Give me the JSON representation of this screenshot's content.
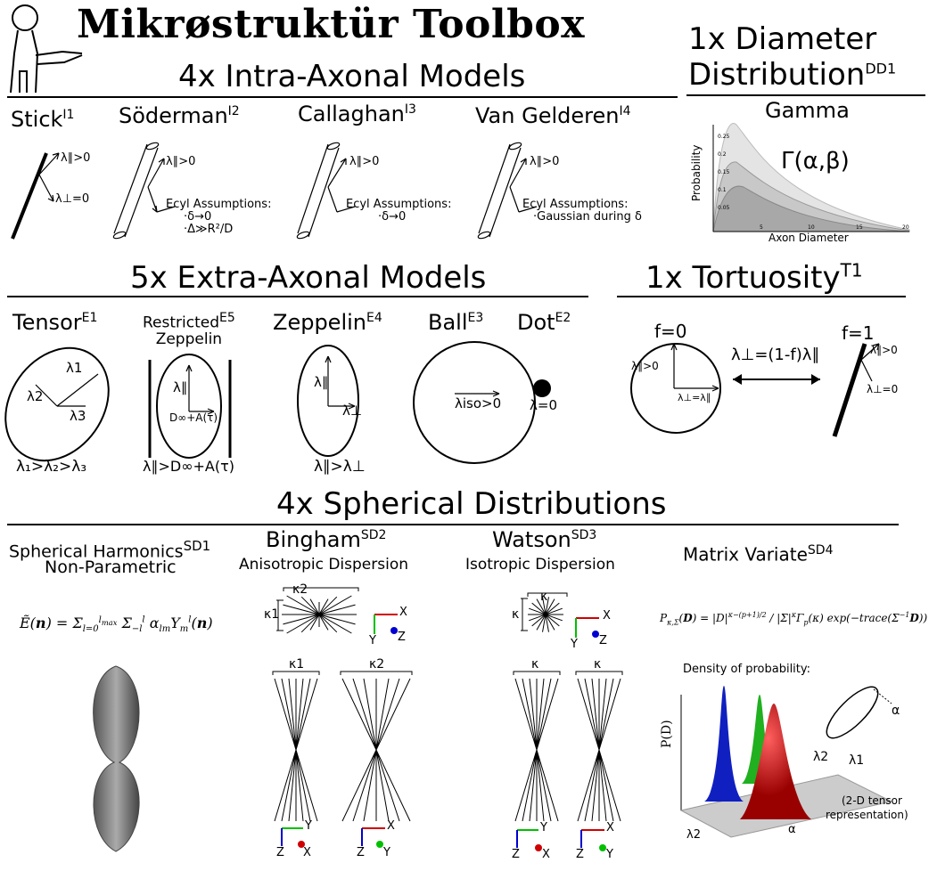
{
  "title": "Mikrøstruktür Toolbox",
  "intra": {
    "heading": "4x Intra-Axonal Models",
    "models": [
      {
        "name": "Stick",
        "ref": "I1",
        "labels": [
          "λ∥>0",
          "λ⊥=0"
        ]
      },
      {
        "name": "Söderman",
        "ref": "I2",
        "labels": [
          "λ∥>0",
          "Ecyl Assumptions:",
          "·δ→0",
          "·Δ≫R²/D"
        ]
      },
      {
        "name": "Callaghan",
        "ref": "I3",
        "labels": [
          "λ∥>0",
          "Ecyl Assumptions:",
          "·δ→0"
        ]
      },
      {
        "name": "Van Gelderen",
        "ref": "I4",
        "labels": [
          "λ∥>0",
          "Ecyl Assumptions:",
          "·Gaussian during δ"
        ]
      }
    ]
  },
  "diameter": {
    "heading_line1": "1x Diameter",
    "heading_line2": "Distribution",
    "ref": "DD1",
    "model": "Gamma",
    "formula": "Γ(α,β)",
    "ylabel": "Probability",
    "xlabel": "Axon Diameter",
    "ticks_y": [
      "0.25",
      "0.2",
      "0.15",
      "0.1",
      "0.05"
    ],
    "ticks_x": [
      "5",
      "10",
      "15",
      "20"
    ]
  },
  "extra": {
    "heading": "5x Extra-Axonal Models",
    "models": [
      {
        "name": "Tensor",
        "ref": "E1",
        "labels": [
          "λ1",
          "λ2",
          "λ3"
        ],
        "relation": "λ₁>λ₂>λ₃"
      },
      {
        "name_line1": "Restricted",
        "name_line2": "Zeppelin",
        "ref": "E5",
        "labels": [
          "λ∥",
          "D∞+A(τ)"
        ],
        "relation": "λ∥>D∞+A(τ)"
      },
      {
        "name": "Zeppelin",
        "ref": "E4",
        "labels": [
          "λ∥",
          "λ⊥"
        ],
        "relation": "λ∥>λ⊥"
      },
      {
        "name": "Ball",
        "ref": "E3",
        "labels": [
          "λiso>0"
        ]
      },
      {
        "name": "Dot",
        "ref": "E2",
        "labels": [
          "λ=0"
        ]
      }
    ]
  },
  "tortuosity": {
    "heading": "1x Tortuosity",
    "ref": "T1",
    "f0": "f=0",
    "f1": "f=1",
    "formula": "λ⊥=(1-f)λ∥",
    "left_labels": [
      "λ∥>0",
      "λ⊥=λ∥"
    ],
    "right_labels": [
      "λ∥>0",
      "λ⊥=0"
    ]
  },
  "spherical": {
    "heading": "4x Spherical Distributions",
    "sh": {
      "name_line1": "Spherical Harmonics",
      "ref": "SD1",
      "name_line2": "Non-Parametric"
    },
    "bingham": {
      "name": "Bingham",
      "ref": "SD2",
      "sub": "Anisotropic Dispersion",
      "k1": "κ1",
      "k2": "κ2"
    },
    "watson": {
      "name": "Watson",
      "ref": "SD3",
      "sub": "Isotropic Dispersion",
      "k": "κ"
    },
    "matrix": {
      "name": "Matrix Variate",
      "ref": "SD4",
      "density_label": "Density of probability:",
      "ylabel": "P(D)",
      "alpha": "α",
      "l1": "λ1",
      "l2": "λ2",
      "note_line1": "(2-D tensor",
      "note_line2": "representation)"
    },
    "axes": {
      "x": "X",
      "y": "Y",
      "z": "Z"
    }
  },
  "colors": {
    "x_axis": "#d00000",
    "y_axis": "#00c000",
    "z_axis": "#0000d0"
  }
}
